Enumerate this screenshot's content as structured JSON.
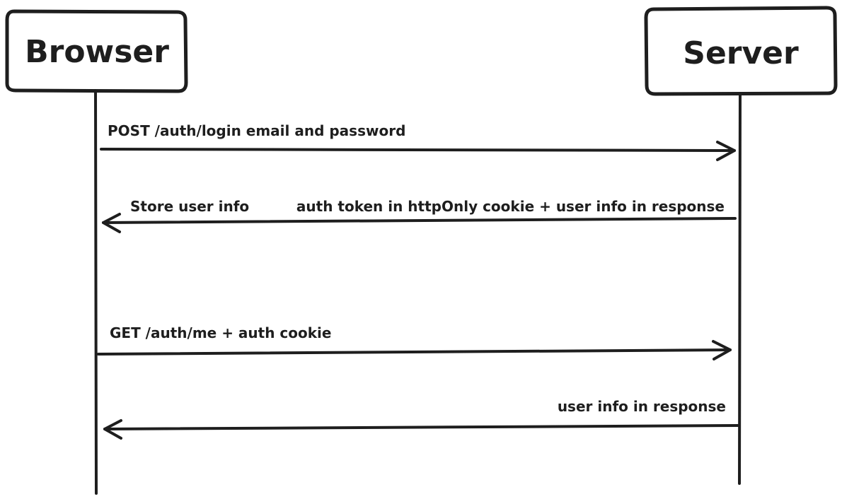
{
  "actors": {
    "browser": "Browser",
    "server": "Server"
  },
  "messages": [
    {
      "text": "POST /auth/login email and password",
      "direction": "browser-to-server"
    },
    {
      "text": "auth token in httpOnly cookie + user info in response",
      "direction": "server-to-browser"
    },
    {
      "text": "GET /auth/me + auth cookie",
      "direction": "browser-to-server"
    },
    {
      "text": "user info in response",
      "direction": "server-to-browser"
    }
  ],
  "notes": {
    "store_user_info": "Store user info"
  },
  "colors": {
    "stroke": "#1e1e1e",
    "background": "#ffffff"
  }
}
